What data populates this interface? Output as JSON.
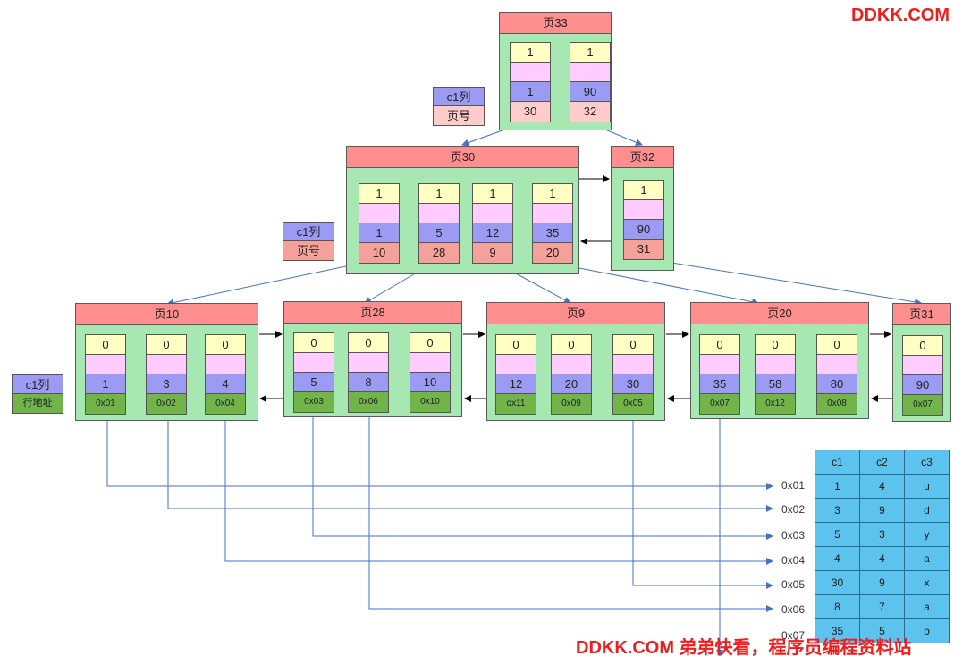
{
  "watermark_top": "DDKK.COM",
  "watermark_bottom": "DDKK.COM 弟弟快看，程序员编程资料站",
  "legends": {
    "root": {
      "key": "c1列",
      "value": "页号"
    },
    "internal": {
      "key": "c1列",
      "value": "页号"
    },
    "leaf": {
      "key": "c1列",
      "value": "行地址"
    }
  },
  "pages": {
    "p33": {
      "title": "页33",
      "records": [
        {
          "top": "1",
          "key": "1",
          "ptr": "30"
        },
        {
          "top": "1",
          "key": "90",
          "ptr": "32"
        }
      ]
    },
    "p30": {
      "title": "页30",
      "records": [
        {
          "top": "1",
          "key": "1",
          "ptr": "10"
        },
        {
          "top": "1",
          "key": "5",
          "ptr": "28"
        },
        {
          "top": "1",
          "key": "12",
          "ptr": "9"
        },
        {
          "top": "1",
          "key": "35",
          "ptr": "20"
        }
      ]
    },
    "p32": {
      "title": "页32",
      "records": [
        {
          "top": "1",
          "key": "90",
          "ptr": "31"
        }
      ]
    },
    "p10": {
      "title": "页10",
      "records": [
        {
          "top": "0",
          "key": "1",
          "ptr": "0x01"
        },
        {
          "top": "0",
          "key": "3",
          "ptr": "0x02"
        },
        {
          "top": "0",
          "key": "4",
          "ptr": "0x04"
        }
      ]
    },
    "p28": {
      "title": "页28",
      "records": [
        {
          "top": "0",
          "key": "5",
          "ptr": "0x03"
        },
        {
          "top": "0",
          "key": "8",
          "ptr": "0x06"
        },
        {
          "top": "0",
          "key": "10",
          "ptr": "0x10"
        }
      ]
    },
    "p9": {
      "title": "页9",
      "records": [
        {
          "top": "0",
          "key": "12",
          "ptr": "ox11"
        },
        {
          "top": "0",
          "key": "20",
          "ptr": "0x09"
        },
        {
          "top": "0",
          "key": "30",
          "ptr": "0x05"
        }
      ]
    },
    "p20": {
      "title": "页20",
      "records": [
        {
          "top": "0",
          "key": "35",
          "ptr": "0x07"
        },
        {
          "top": "0",
          "key": "58",
          "ptr": "0x12"
        },
        {
          "top": "0",
          "key": "80",
          "ptr": "0x08"
        }
      ]
    },
    "p31": {
      "title": "页31",
      "records": [
        {
          "top": "0",
          "key": "90",
          "ptr": "0x07"
        }
      ]
    }
  },
  "row_table": {
    "headers": [
      "c1",
      "c2",
      "c3"
    ],
    "rows": [
      {
        "addr": "0x01",
        "cells": [
          "1",
          "4",
          "u"
        ]
      },
      {
        "addr": "0x02",
        "cells": [
          "3",
          "9",
          "d"
        ]
      },
      {
        "addr": "0x03",
        "cells": [
          "5",
          "3",
          "y"
        ]
      },
      {
        "addr": "0x04",
        "cells": [
          "4",
          "4",
          "a"
        ]
      },
      {
        "addr": "0x05",
        "cells": [
          "30",
          "9",
          "x"
        ]
      },
      {
        "addr": "0x06",
        "cells": [
          "8",
          "7",
          "a"
        ]
      },
      {
        "addr": "0x07",
        "cells": [
          "35",
          "5",
          "b"
        ]
      }
    ]
  },
  "colors": {
    "page_body": "#a7e8b2",
    "page_header": "#ff8f8f",
    "cell_flag": "#ffffc4",
    "cell_pink": "#ffccff",
    "cell_key": "#9b9bf3",
    "cell_page_no": "#f4a19a",
    "cell_row_addr": "#70b44a",
    "table_cell": "#5bc3ee",
    "pointer_line": "#4472c4",
    "watermark": "#f21c1c"
  }
}
